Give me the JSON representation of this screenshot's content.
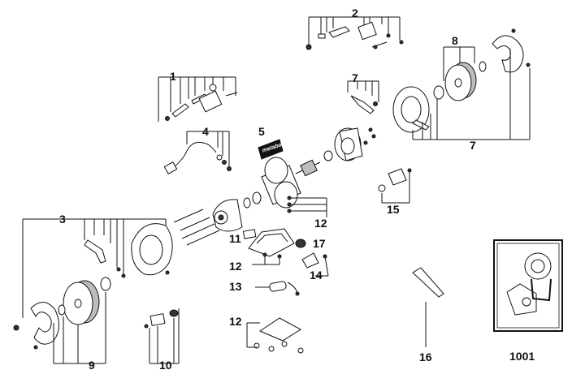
{
  "diagram": {
    "labels": {
      "p1": "1",
      "p2": "2",
      "p3": "3",
      "p4": "4",
      "p5": "5",
      "p7a": "7",
      "p7b": "7",
      "p8": "8",
      "p9": "9",
      "p10": "10",
      "p11": "11",
      "p12a": "12",
      "p12b": "12",
      "p12c": "12",
      "p13": "13",
      "p14": "14",
      "p15": "15",
      "p16": "16",
      "p17": "17",
      "p1001": "1001"
    },
    "nameplate_text": "metabo",
    "colors": {
      "ink": "#111111",
      "paper": "#ffffff",
      "shade": "#bdbdbd",
      "dark": "#333333"
    }
  }
}
